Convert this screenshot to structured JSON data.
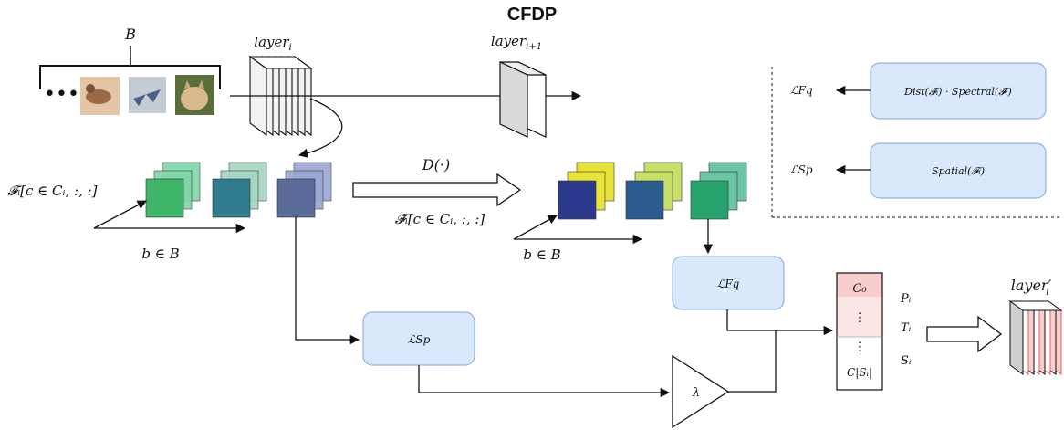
{
  "title": "CFDP",
  "batch": {
    "label": "B",
    "ellipsis": "•••"
  },
  "layers": {
    "current": "layer",
    "current_sub": "i",
    "next": "layer",
    "next_sub": "i+1",
    "pruned": "layer′",
    "pruned_sub": "i"
  },
  "features": {
    "label": "𝓕ᵢ[c ∈ Cᵢ, :, :]",
    "axis_label": "b ∈ B"
  },
  "transform": {
    "label": "D(·)",
    "output_label": "𝓕̃ᵢ[c ∈ Cᵢ, :, :]",
    "axis_label": "b ∈ B"
  },
  "legend": {
    "freq_loss": "ℒFq",
    "freq_formula": "Dist(𝓕̃ᵢ) · Spectral(𝓕̃ᵢ)",
    "spatial_loss": "ℒSp",
    "spatial_formula": "Spatial(𝓕ᵢ)"
  },
  "losses": {
    "freq": "ℒFq",
    "spatial": "ℒSp"
  },
  "weight": {
    "label": "λ"
  },
  "channel_list": {
    "top": "C₀",
    "dots1": "⋮",
    "dots2": "⋮",
    "bottom": "C|Sᵢ|",
    "labels": [
      "Pᵢ",
      "Tᵢ",
      "Sᵢ"
    ]
  },
  "colors": {
    "box_fill": "#dae8fc",
    "box_stroke": "#7ea6e0",
    "pink": "#f8cecc",
    "pink_light": "#fde6e6",
    "red_stripe": "#e06666",
    "batch_images": [
      "#d9a27a",
      "#8aa0b8",
      "#b59a6a"
    ],
    "feature_maps_in": [
      "#3fb56a",
      "#2e7c8e",
      "#5a6b9a"
    ],
    "feature_maps_in_back": [
      "#7fd6a8",
      "#a6d5c2",
      "#9aa7d3"
    ],
    "feature_maps_out": [
      "#2b3a8c",
      "#2c5b8f",
      "#27a36d"
    ],
    "feature_maps_out_back": [
      "#e8e338",
      "#c8e06a",
      "#6cc6a6"
    ]
  }
}
